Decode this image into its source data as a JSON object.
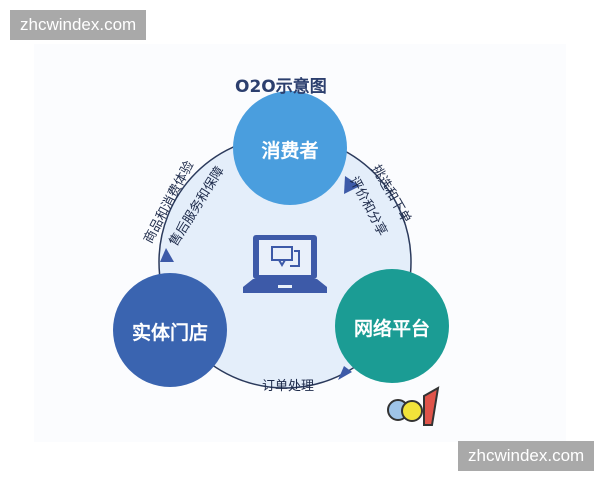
{
  "watermarks": {
    "top": "zhcwindex.com",
    "bottom": "zhcwindex.com"
  },
  "diagram": {
    "title": "O2O示意图",
    "nodes": {
      "consumer": "消费者",
      "store": "实体门店",
      "platform": "网络平台"
    },
    "edges": {
      "consumer_to_platform_outer": "挑选和下单",
      "consumer_to_platform_inner": "评价和分享",
      "store_to_consumer_outer": "商品和消费体验",
      "store_to_consumer_inner": "售后服务和保障",
      "platform_to_store": "订单处理"
    },
    "center_icon": "laptop-chat-icon",
    "logo_icon": "cc1-logo"
  },
  "colors": {
    "consumer": "#4a9ede",
    "store": "#3a64b0",
    "platform": "#1b9c94",
    "ring_fill": "#e4eefa",
    "arrow": "#3d5aa8"
  }
}
